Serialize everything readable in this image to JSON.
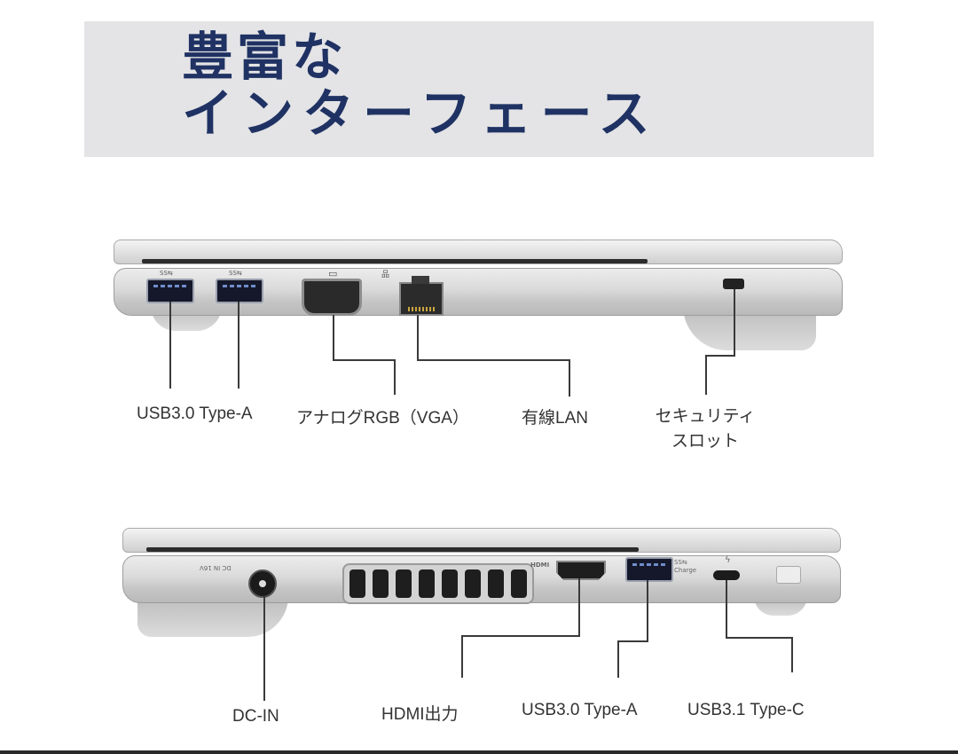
{
  "header": {
    "title_line1": "豊富な",
    "title_line2": "インターフェース",
    "title_color": "#1f3263",
    "banner_color": "#e4e4e6"
  },
  "left_side": {
    "ports": [
      {
        "id": "usb-a-1",
        "icon": "usb-ss-logo",
        "glyph": "SS⇆"
      },
      {
        "id": "usb-a-2",
        "icon": "usb-ss-logo",
        "glyph": "SS⇆"
      },
      {
        "id": "vga",
        "icon": "monitor-icon",
        "glyph": "▭"
      },
      {
        "id": "lan",
        "icon": "network-icon",
        "glyph": "品"
      },
      {
        "id": "security-slot",
        "icon": "lock-slot"
      }
    ],
    "labels": {
      "usb": "USB3.0 Type-A",
      "vga": "アナログRGB（VGA）",
      "lan": "有線LAN",
      "security_line1": "セキュリティ",
      "security_line2": "スロット"
    }
  },
  "right_side": {
    "markings": {
      "dc_in": "DC IN 16V",
      "hdmi": "HDMI",
      "usb_charge": "SS⇆ Charge",
      "thunderbolt": "ϟ"
    },
    "labels": {
      "dc_in": "DC-IN",
      "hdmi": "HDMI出力",
      "usb": "USB3.0 Type-A",
      "usb_c": "USB3.1 Type-C"
    }
  }
}
